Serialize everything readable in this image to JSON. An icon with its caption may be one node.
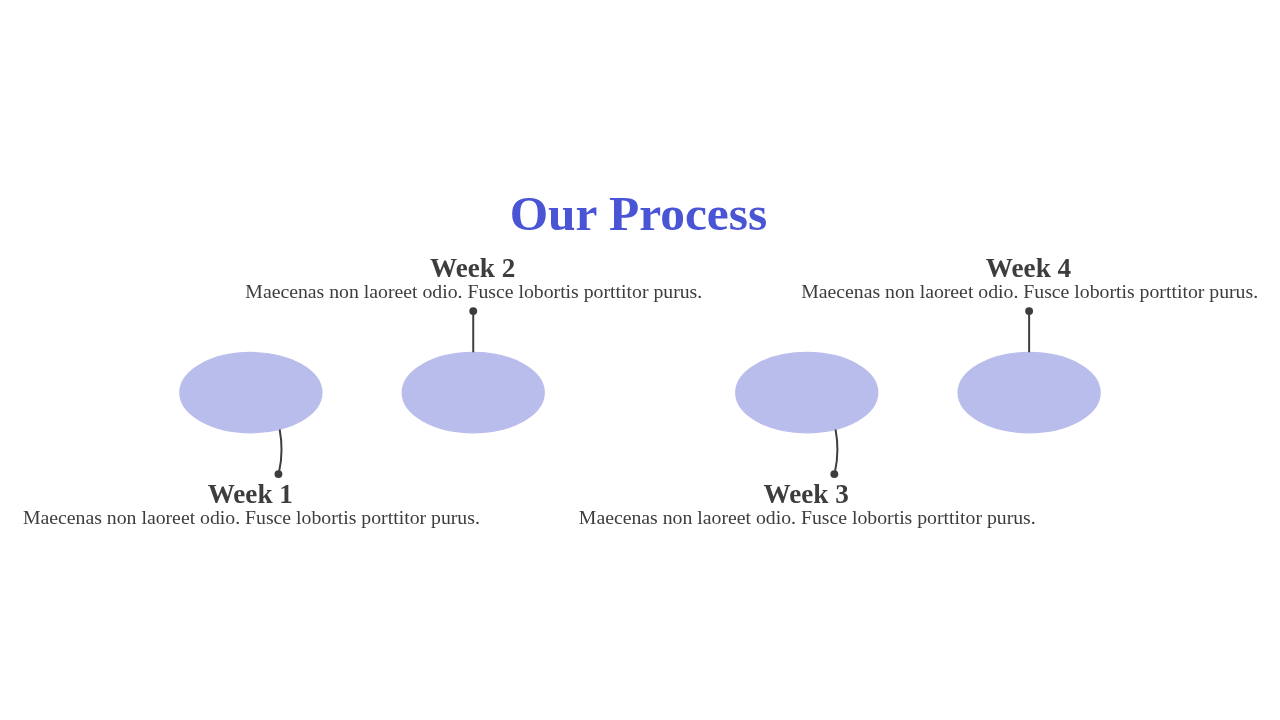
{
  "diagram": {
    "title": "Our Process",
    "nodes": [
      {
        "text": [
          "Week 2",
          "Maecenas non laoreet odio. Fusce lobortis porttitor purus."
        ]
      },
      {
        "text": [
          "Week 4",
          "Maecenas non laoreet odio. Fusce lobortis porttitor purus."
        ]
      },
      {
        "text": [],
        "shape": "cloud"
      },
      {
        "text": [],
        "shape": "cloud"
      },
      {
        "text": [],
        "shape": "cloud"
      },
      {
        "text": [],
        "shape": "cloud"
      },
      {
        "text": [
          "Week 1",
          "Maecenas non laoreet odio. Fusce lobortis porttitor purus."
        ]
      },
      {
        "text": [
          "Week 3",
          "Maecenas non laoreet odio. Fusce lobortis porttitor purus."
        ]
      }
    ],
    "edges": [
      {
        "from": 0,
        "to": 3,
        "arrow": "other"
      },
      {
        "from": 1,
        "to": 5,
        "arrow": "other"
      },
      {
        "from": 6,
        "to": 2,
        "arrow": "other"
      },
      {
        "from": 7,
        "to": 4,
        "arrow": "other"
      }
    ]
  }
}
